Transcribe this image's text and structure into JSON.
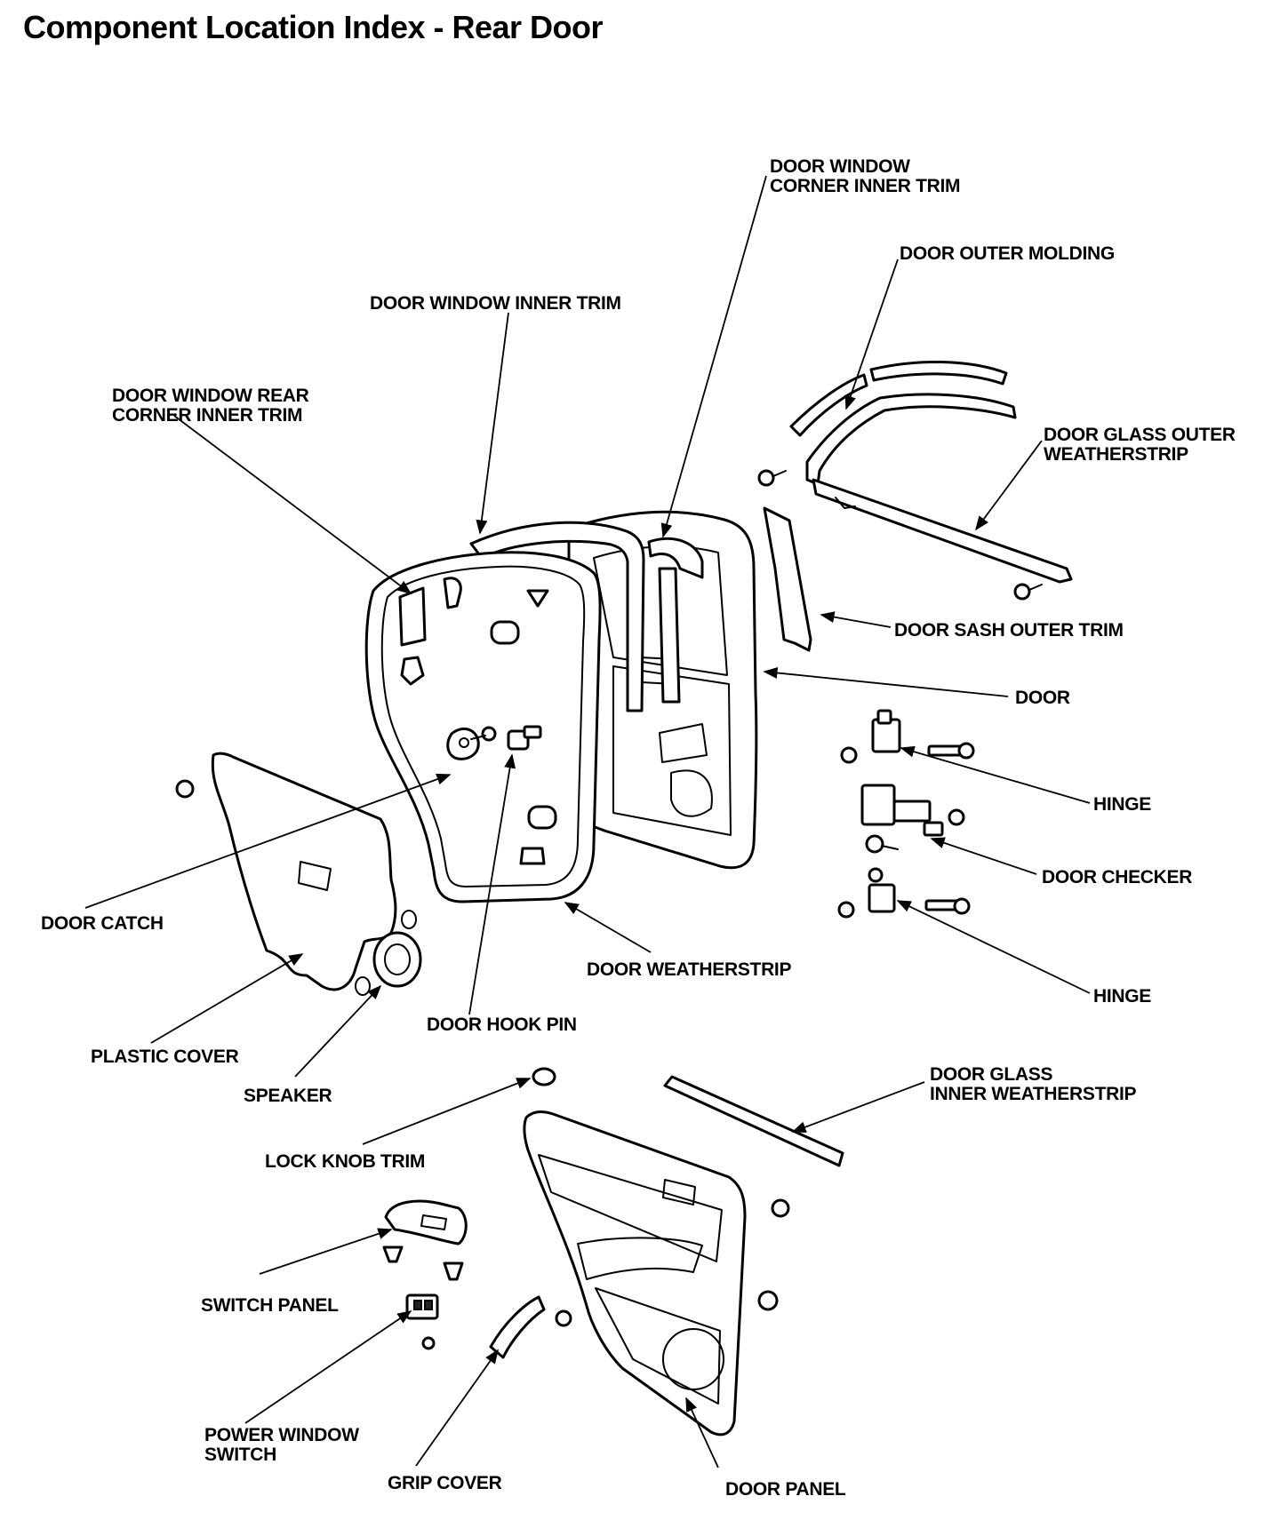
{
  "title": "Component Location Index - Rear Door",
  "labels": {
    "window_corner_inner_trim": [
      "DOOR WINDOW",
      "CORNER INNER TRIM"
    ],
    "outer_molding": [
      "DOOR OUTER MOLDING"
    ],
    "window_inner_trim": [
      "DOOR WINDOW INNER TRIM"
    ],
    "window_rear_corner_inner_trim": [
      "DOOR WINDOW REAR",
      "CORNER INNER TRIM"
    ],
    "glass_outer_weatherstrip": [
      "DOOR GLASS OUTER",
      "WEATHERSTRIP"
    ],
    "sash_outer_trim": [
      "DOOR SASH OUTER TRIM"
    ],
    "door": [
      "DOOR"
    ],
    "hinge_upper": [
      "HINGE"
    ],
    "door_checker": [
      "DOOR CHECKER"
    ],
    "hinge_lower": [
      "HINGE"
    ],
    "door_catch": [
      "DOOR CATCH"
    ],
    "door_weatherstrip": [
      "DOOR WEATHERSTRIP"
    ],
    "door_hook_pin": [
      "DOOR HOOK PIN"
    ],
    "plastic_cover": [
      "PLASTIC COVER"
    ],
    "speaker": [
      "SPEAKER"
    ],
    "lock_knob_trim": [
      "LOCK KNOB TRIM"
    ],
    "glass_inner_weatherstrip": [
      "DOOR GLASS",
      "INNER WEATHERSTRIP"
    ],
    "switch_panel": [
      "SWITCH PANEL"
    ],
    "power_window_switch": [
      "POWER WINDOW",
      "SWITCH"
    ],
    "grip_cover": [
      "GRIP COVER"
    ],
    "door_panel": [
      "DOOR PANEL"
    ]
  }
}
